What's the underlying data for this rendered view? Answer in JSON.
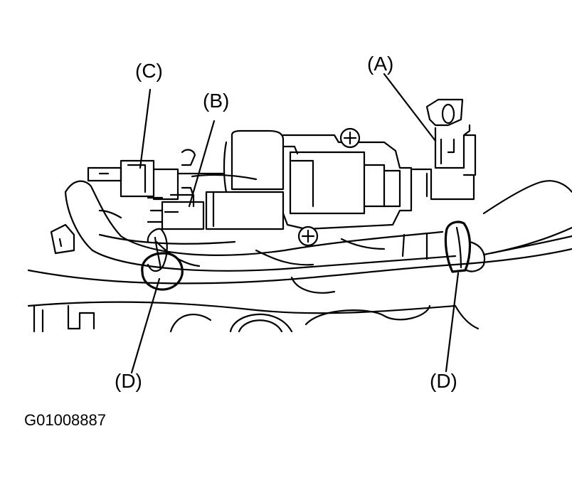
{
  "callouts": {
    "a": "(A)",
    "b": "(B)",
    "c": "(C)",
    "d_left": "(D)",
    "d_right": "(D)"
  },
  "figure_code": "G01008887"
}
